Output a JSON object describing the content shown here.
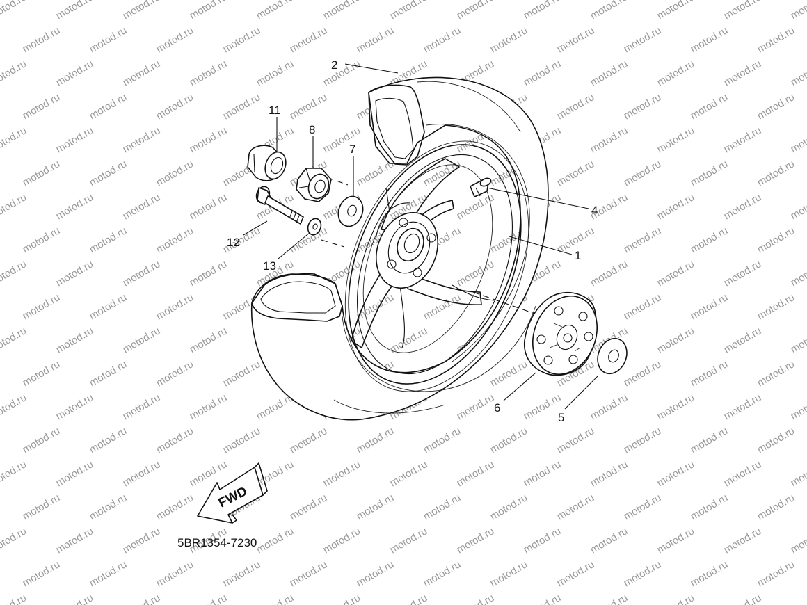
{
  "diagram": {
    "watermark_text": "motod.ru",
    "code": "5BR1354-7230",
    "fwd_text": "FWD",
    "callouts": [
      {
        "id": "1",
        "label": "1"
      },
      {
        "id": "2",
        "label": "2"
      },
      {
        "id": "4",
        "label": "4"
      },
      {
        "id": "5",
        "label": "5"
      },
      {
        "id": "6",
        "label": "6"
      },
      {
        "id": "7",
        "label": "7"
      },
      {
        "id": "8",
        "label": "8"
      },
      {
        "id": "11",
        "label": "11"
      },
      {
        "id": "12",
        "label": "12"
      },
      {
        "id": "13",
        "label": "13"
      }
    ],
    "colors": {
      "line": "#111111",
      "watermark": "#9a9a9a",
      "background": "#ffffff"
    }
  }
}
